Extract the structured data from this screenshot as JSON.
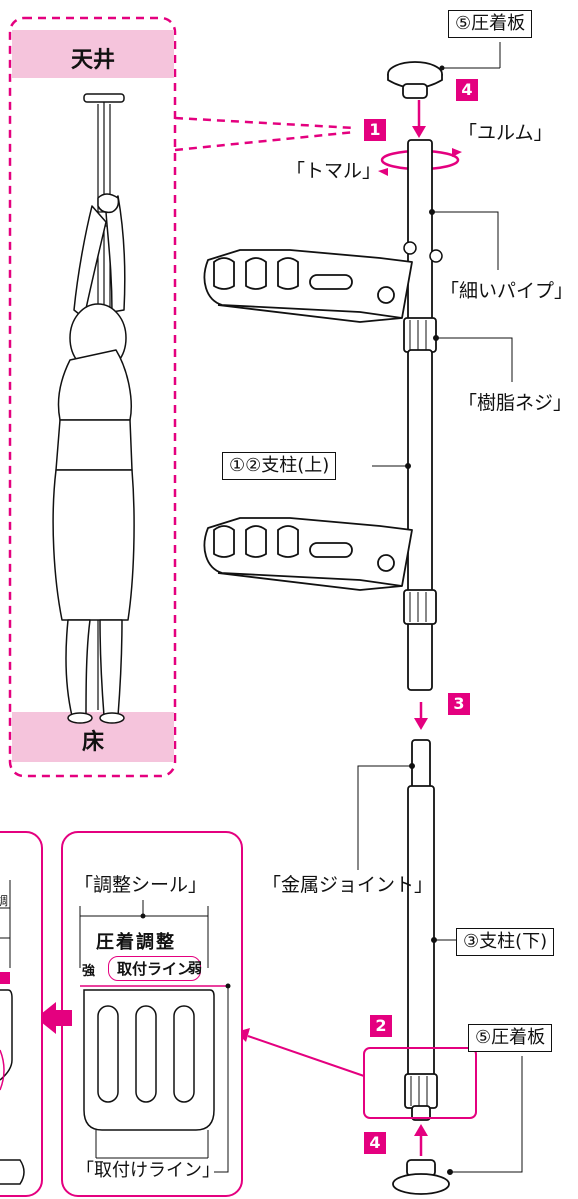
{
  "colors": {
    "accent": "#e4007f",
    "pink_fill": "#f5c4dc",
    "line": "#111111"
  },
  "inset": {
    "ceiling": "天井",
    "floor": "床"
  },
  "steps": {
    "s1": "1",
    "s2": "2",
    "s3": "3",
    "s4a": "4",
    "s4b": "4"
  },
  "labels": {
    "pressure_plate_top": "⑤圧着板",
    "pressure_plate_bottom": "⑤圧着板",
    "yurumu": "「ユルム」",
    "tomaru": "「トマル」",
    "thin_pipe": "「細いパイプ」",
    "resin_screw": "「樹脂ネジ」",
    "upper_pole": "①②支柱(上)",
    "metal_joint": "「金属ジョイント」",
    "lower_pole": "③支柱(下)",
    "adjust_seal": "「調整シール」",
    "mount_line": "「取付けライン」"
  },
  "seal": {
    "title": "圧着調整",
    "strong": "強",
    "weak": "弱",
    "line": "取付ライン"
  },
  "left_partial": {
    "char": "調"
  }
}
